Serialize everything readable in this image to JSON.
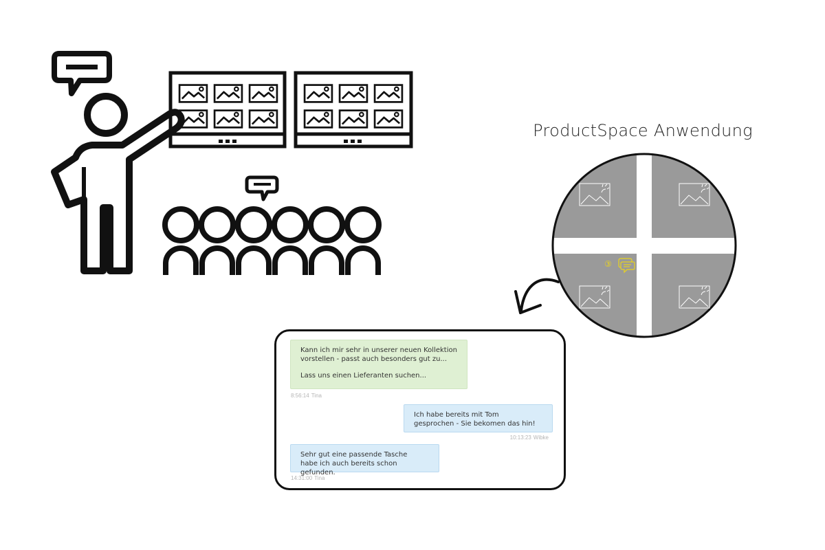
{
  "app": {
    "title": "ProductSpace Anwendung"
  },
  "product_space": {
    "comment_count": "③",
    "comment_icon": "chat-bubbles-icon",
    "accent_color": "#e8d21f",
    "quadrant_color": "#9a9a9a"
  },
  "chat": {
    "messages": [
      {
        "paragraphs": [
          "Kann ich mir sehr in unserer neuen Kollektion\nvorstellen - passt auch besonders gut zu...",
          "Lass uns einen Lieferanten suchen..."
        ],
        "time": "8:56:14",
        "author": "Tina",
        "color": "#dff0d3"
      },
      {
        "paragraphs": [
          "Ich habe bereits mit Tom\ngesprochen - Sie bekomen das hin!"
        ],
        "time": "10:13:23",
        "author": "Wibke",
        "color": "#d9ecf9"
      },
      {
        "paragraphs": [
          "Sehr gut eine passende Tasche\nhabe ich auch bereits schon gefunden."
        ],
        "time": "14:31:00",
        "author": "Tina",
        "color": "#d9ecf9"
      }
    ]
  }
}
